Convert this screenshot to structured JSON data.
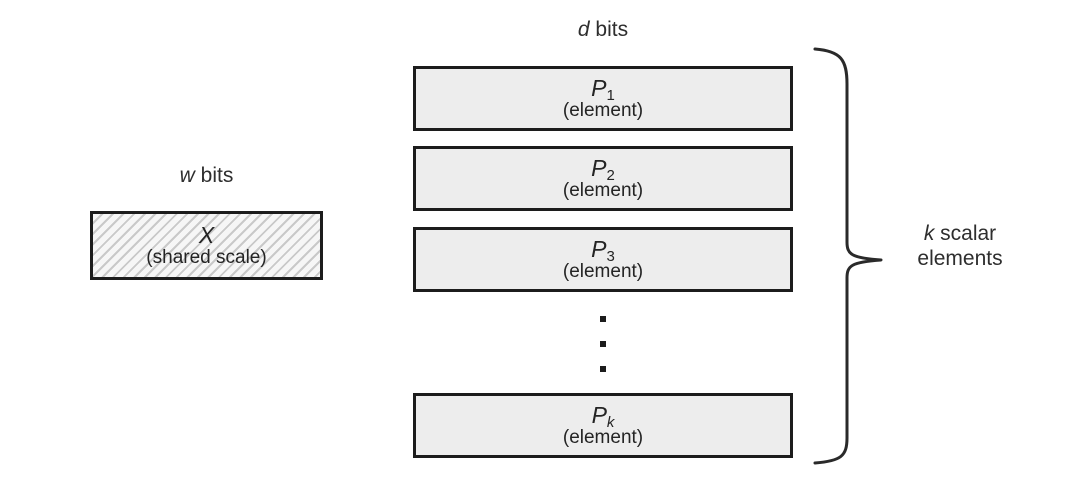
{
  "figure": {
    "description_colors": {
      "box_fill": "#ededed",
      "box_border": "#1c1c1c",
      "hatch_line": "#c9c9c9",
      "background": "#ffffff",
      "text": "#2b2b2b"
    },
    "d_bits_label": {
      "var": "d",
      "rest": " bits"
    },
    "w_bits_label": {
      "var": "w",
      "rest": " bits"
    },
    "shared_scale_box": {
      "symbol": "X",
      "caption": "(shared scale)"
    },
    "elements": [
      {
        "symbol": "P",
        "subscript": "1",
        "caption": "(element)"
      },
      {
        "symbol": "P",
        "subscript": "2",
        "caption": "(element)"
      },
      {
        "symbol": "P",
        "subscript": "3",
        "caption": "(element)"
      },
      {
        "symbol": "P",
        "subscript": "k",
        "caption": "(element)"
      }
    ],
    "brace_label": {
      "var": "k",
      "rest": " scalar",
      "line2": "elements"
    }
  }
}
